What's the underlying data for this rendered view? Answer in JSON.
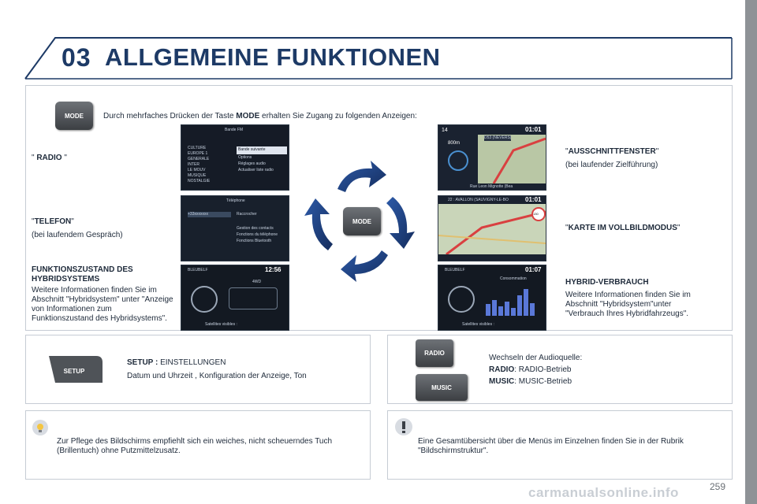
{
  "header": {
    "chapter": "03",
    "title": "ALLGEMEINE FUNKTIONEN"
  },
  "intro": {
    "button_label": "MODE",
    "text_before": "Durch mehrfaches Drücken der Taste",
    "keyword": "MODE",
    "text_after": "erhalten Sie Zugang zu folgenden Anzeigen:"
  },
  "modes": {
    "radio": {
      "label": "RADIO"
    },
    "telefon": {
      "label": "TELEFON",
      "sub": "(bei laufendem Gespräch)"
    },
    "hybrid": {
      "label": "FUNKTIONSZUSTAND DES HYBRIDSYSTEMS",
      "text": "Weitere Informationen finden Sie im Abschnitt \"Hybridsystem\" unter \"Anzeige von Informationen zum Funktionszustand des Hybridsystems\"."
    },
    "ausschnitt": {
      "label": "AUSSCHNITTFENSTER",
      "sub": "(bei laufender Zielführung)"
    },
    "karte": {
      "label": "KARTE IM VOLLBILDMODUS"
    },
    "verbrauch": {
      "label": "HYBRID-VERBRAUCH",
      "text": "Weitere Informationen finden Sie im Abschnitt \"Hybridsystem\"unter \"Verbrauch Ihres Hybridfahrzeugs\"."
    },
    "center_button": "MODE"
  },
  "screens": {
    "radio": {
      "title": "Bande FM",
      "items": [
        "CULTURE",
        "EUROPE 1",
        "GENERALE",
        "INTER",
        "LE MOUV",
        "MUSIQUE",
        "NOSTALGIE"
      ],
      "menu": [
        "Bande suivante",
        "Options",
        "Réglages audio",
        "Actualiser liste radio"
      ]
    },
    "telefon": {
      "title": "Téléphone",
      "contact": "+33xxxxxxx",
      "menu": [
        "Raccrocher",
        "Gestion des contacts",
        "Fonctions du téléphone",
        "Fonctions Bluetooth"
      ]
    },
    "hybrid": {
      "station": "BLEUBELF",
      "time": "12:56",
      "mode": "4WD",
      "footer": "Satellites visibles :"
    },
    "ausschnitt": {
      "time": "01:01",
      "route": "D53 (NEVERS)",
      "distance": "800m",
      "street": "Rue Leon Mignotte (Bea"
    },
    "karte": {
      "time": "01:01",
      "route": "22 : AVALLON (SAUVIGNY-LE-BO",
      "speed": "130"
    },
    "verbrauch": {
      "station": "BLEUBELF",
      "time": "01:07",
      "title": "Consommation",
      "footer": "Satellites visibles :"
    }
  },
  "setup": {
    "button_label": "SETUP",
    "title": "SETUP :",
    "title_value": "EINSTELLUNGEN",
    "text": "Datum und Uhrzeit , Konfiguration der Anzeige, Ton"
  },
  "audio": {
    "radio_button": "RADIO",
    "music_button": "MUSIC",
    "heading": "Wechseln der Audioquelle:",
    "radio_key": "RADIO",
    "radio_text": ": RADIO-Betrieb",
    "music_key": "MUSIC",
    "music_text": ": MUSIC-Betrieb"
  },
  "tip": {
    "text": "Zur Pflege des Bildschirms empfiehlt sich ein weiches, nicht scheuerndes Tuch (Brillentuch) ohne Putzmittelzusatz."
  },
  "note": {
    "text": "Eine Gesamtübersicht über die Menüs im Einzelnen finden Sie in der Rubrik \"Bildschirmstruktur\"."
  },
  "page_number": "259",
  "watermark": "carmanualsonline.info",
  "colors": {
    "navy": "#1d3a66",
    "border": "#c6ccd4",
    "sidebar": "#8e9296"
  }
}
